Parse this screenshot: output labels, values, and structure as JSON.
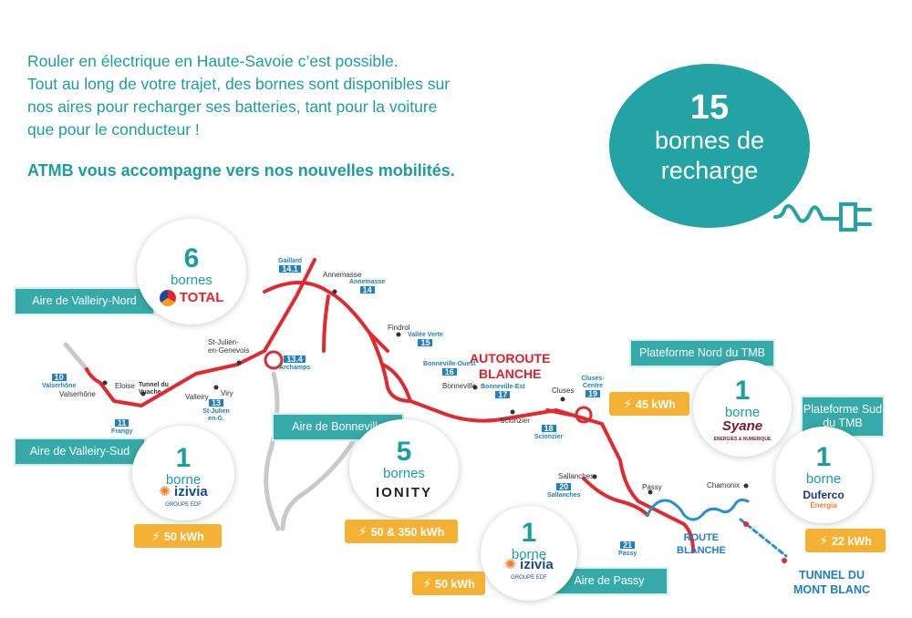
{
  "intro": {
    "line1": "Rouler en électrique en Haute-Savoie c’est possible.",
    "line2": "Tout au long de votre trajet, des bornes sont disponibles sur",
    "line3": "nos aires pour recharger ses batteries, tant pour la voiture",
    "line4": "que pour le conducteur !",
    "tagline": "ATMB vous accompagne vers nos nouvelles mobilités."
  },
  "summary": {
    "number": "15",
    "label1": "bornes de",
    "label2": "recharge"
  },
  "stations": {
    "valleiry_nord": {
      "name": "Aire de Valleiry-Nord",
      "number": "6",
      "unit": "bornes",
      "brand": "TOTAL"
    },
    "valleiry_sud": {
      "name": "Aire de Valleiry-Sud",
      "number": "1",
      "unit": "borne",
      "brand": "izivia",
      "brand_sub": "GROUPE EDF",
      "power": "50 kWh"
    },
    "bonneville": {
      "name": "Aire de Bonneville",
      "number": "5",
      "unit": "bornes",
      "brand": "IONITY",
      "power": "50 & 350 kWh"
    },
    "passy": {
      "name": "Aire de Passy",
      "number": "1",
      "unit": "borne",
      "brand": "izivia",
      "brand_sub": "GROUPE EDF",
      "power": "50 kWh"
    },
    "tmb_nord": {
      "name": "Plateforme Nord du TMB",
      "number": "1",
      "unit": "borne",
      "brand": "Syane",
      "brand_sub": "ENERGIES & NUMERIQUE",
      "power": "45 kWh"
    },
    "tmb_sud": {
      "name1": "Plateforme Sud",
      "name2": "du TMB",
      "number": "1",
      "unit": "borne",
      "brand": "Duferco",
      "brand_sub": "Energia",
      "power": "22 kWh"
    }
  },
  "places": {
    "annemasse": "Annemasse",
    "stjulien1": "St-Julien-",
    "stjulien2": "en-Genevois",
    "findrol": "Findrol",
    "eloise": "Eloise",
    "valserhone": "Valserhône",
    "tunnel1": "Tunnel du",
    "tunnel2": "Vuache",
    "valleiry": "Valleiry",
    "viry": "Viry",
    "bonneville": "Bonneville",
    "scionzier": "Scionzier",
    "cluses": "Cluses",
    "sallanches": "Sallanches",
    "passy": "Passy",
    "chamonix": "Chamonix"
  },
  "exits": {
    "e141": {
      "num": "14.1",
      "name": "Gaillard"
    },
    "e14": {
      "num": "14",
      "name": "Annemasse"
    },
    "e15": {
      "num": "15",
      "name": "Vallée Verte"
    },
    "e16": {
      "num": "16",
      "name": "Bonneville-Ouest"
    },
    "e17": {
      "num": "17",
      "name": "Bonneville-Est"
    },
    "e18": {
      "num": "18",
      "name": "Scionzier"
    },
    "e19": {
      "num": "19",
      "name": "Cluses-Centre"
    },
    "e20": {
      "num": "20",
      "name": "Sallanches"
    },
    "e21": {
      "num": "21",
      "name": "Passy"
    },
    "e10": {
      "num": "10",
      "name": "Valserhône"
    },
    "e11": {
      "num": "11",
      "name": "Frangy"
    },
    "e13": {
      "num": "13",
      "name": "St-Julien en-G."
    },
    "e134": {
      "num": "13.4",
      "name": "Archamps"
    }
  },
  "road_labels": {
    "autoroute1": "AUTOROUTE",
    "autoroute2": "BLANCHE",
    "route1": "ROUTE",
    "route2": "BLANCHE",
    "tunnel1": "TUNNEL DU",
    "tunnel2": "MONT BLANC"
  },
  "colors": {
    "teal": "#23a3a3",
    "orange": "#f4b133",
    "red": "#e0202b",
    "blue": "#1f7fc0"
  }
}
